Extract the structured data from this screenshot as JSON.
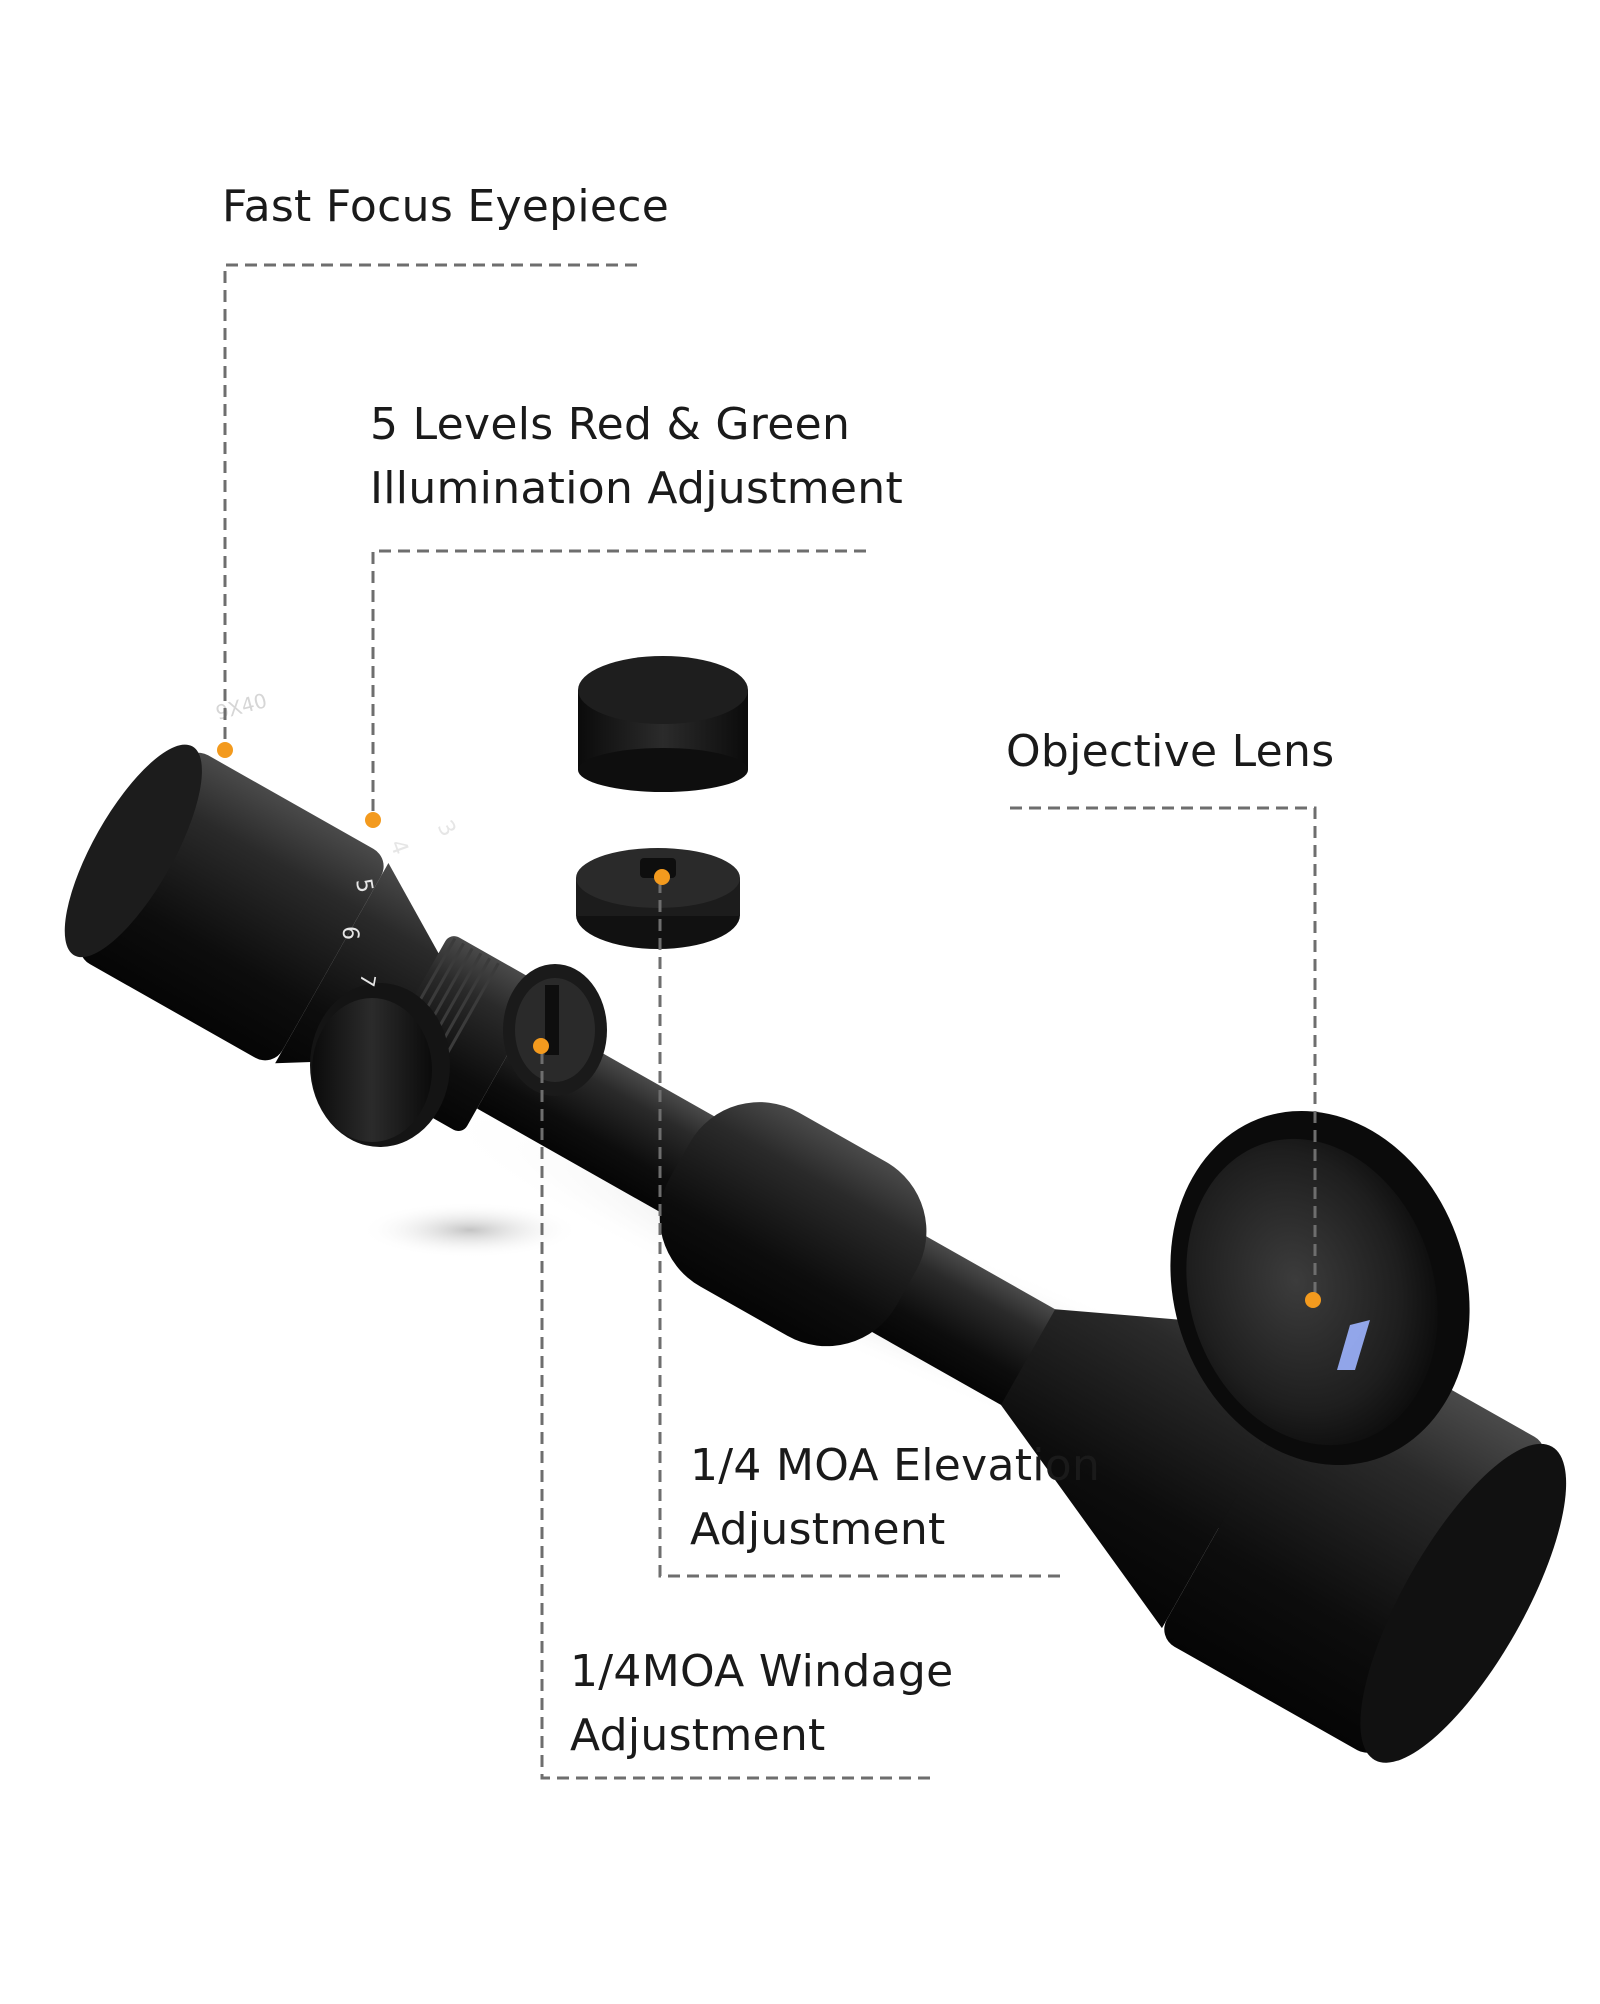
{
  "callouts": {
    "eyepiece": {
      "line1": "Fast Focus Eyepiece"
    },
    "illumination": {
      "line1": "5 Levels Red & Green",
      "line2": "Illumination Adjustment"
    },
    "objective": {
      "line1": "Objective Lens"
    },
    "elevation": {
      "line1": "1/4 MOA Elevation",
      "line2": "Adjustment"
    },
    "windage": {
      "line1": "1/4MOA Windage",
      "line2": "Adjustment"
    }
  },
  "scope": {
    "model_mark": "9X40",
    "dial_numbers": [
      "3",
      "4",
      "5",
      "6",
      "7"
    ]
  },
  "colors": {
    "marker": "#f39a1e",
    "leader_line": "#6e6e6e",
    "body": "#151515"
  },
  "icons": [
    "eyepiece-cap-icon",
    "turret-cap-icon"
  ]
}
